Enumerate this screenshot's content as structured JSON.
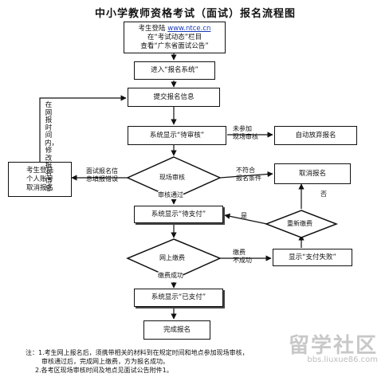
{
  "title": "中小学教师资格考试（面试）报名流程图",
  "boxes": {
    "login_line1": "考生登陆",
    "login_url": "www.ntce.cn",
    "login_line2": "在“考试动态”栏目",
    "login_line3": "查看“广东省面试公告”",
    "enter_system": "进入“报名系统”",
    "submit_info": "提交报名信息",
    "pending_review": "系统显示“待审核”",
    "auto_abandon": "自动放弃报名",
    "onsite_review": "现场审核",
    "cancel_registration": "取消报名",
    "candidate_cancel": "考生登陆\n个人账号\n取消报名",
    "pending_payment": "系统显示“待支付”",
    "repay": "重新缴费",
    "online_payment": "网上缴费",
    "payment_failed": "显示“支付失败”",
    "paid": "系统显示“已支付”",
    "complete": "完成报名"
  },
  "labels": {
    "not_attend": "未参加\n现场审核",
    "not_eligible": "不符合\n报名条件",
    "info_error": "面试报名信\n息填报错误",
    "review_passed": "审核通过",
    "yes": "是",
    "no": "否",
    "pay_fail": "缴费\n不成功",
    "pay_success": "缴费成功",
    "side_modify": "在网报时间内，修改报名信息"
  },
  "notes": [
    "注：1.考生网上报名后，须携带相关的材料到在规定时间和地点参加现场审核，",
    "审核通过后，完成网上缴费，方为报名成功。",
    "2.各考区现场审核时间及地点见面试公告附件1。"
  ],
  "watermark": {
    "main": "留学社区",
    "url": "bbs.liuxue86.com"
  }
}
